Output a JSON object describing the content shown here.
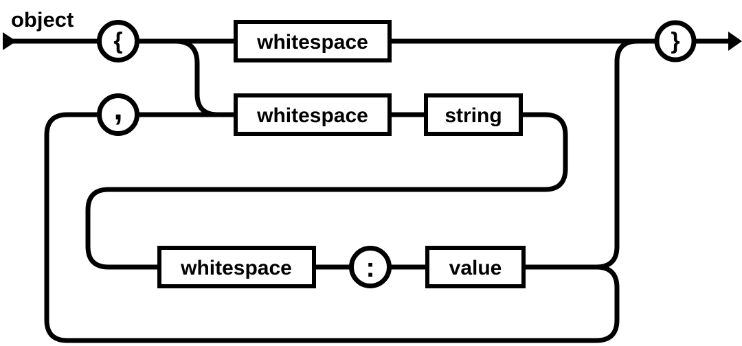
{
  "diagram": {
    "title": "object",
    "type": "railroad-syntax-diagram",
    "colors": {
      "stroke": "#000000",
      "background": "#ffffff",
      "node_fill": "#ffffff",
      "text": "#000000"
    },
    "nodes": {
      "open_brace": {
        "kind": "terminal",
        "label": "{"
      },
      "whitespace_top": {
        "kind": "nonterminal",
        "label": "whitespace"
      },
      "close_brace": {
        "kind": "terminal",
        "label": "}"
      },
      "comma": {
        "kind": "terminal",
        "label": ","
      },
      "whitespace_pair": {
        "kind": "nonterminal",
        "label": "whitespace"
      },
      "string": {
        "kind": "nonterminal",
        "label": "string"
      },
      "whitespace_value": {
        "kind": "nonterminal",
        "label": "whitespace"
      },
      "colon": {
        "kind": "terminal",
        "label": ":"
      },
      "value": {
        "kind": "nonterminal",
        "label": "value"
      }
    },
    "routes": [
      "start -> { -> whitespace -> } -> end",
      "{ -> whitespace -> string -> whitespace -> : -> value -> }",
      "value -> , -> whitespace string (repeat member list)"
    ]
  }
}
